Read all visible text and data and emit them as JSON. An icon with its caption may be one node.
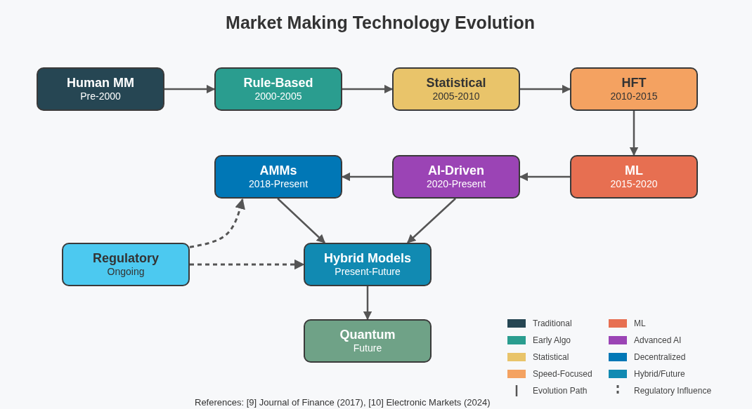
{
  "diagram": {
    "title": "Market Making Technology Evolution",
    "nodes": [
      {
        "text": [
          "Human MM",
          "Pre-2000"
        ]
      },
      {
        "text": [
          "Rule-Based",
          "2000-2005"
        ]
      },
      {
        "text": [
          "Statistical",
          "2005-2010"
        ]
      },
      {
        "text": [
          "HFT",
          "2010-2015"
        ]
      },
      {
        "text": [
          "ML",
          "2015-2020"
        ]
      },
      {
        "text": [
          "AI-Driven",
          "2020-Present"
        ]
      },
      {
        "text": [
          "AMMs",
          "2018-Present"
        ]
      },
      {
        "text": [
          "Regulatory",
          "Ongoing"
        ]
      },
      {
        "text": [
          "Hybrid Models",
          "Present-Future"
        ]
      },
      {
        "text": [
          "Quantum",
          "Future"
        ]
      }
    ],
    "edges": [
      {
        "from": 0,
        "to": 1,
        "arrow": "to"
      },
      {
        "from": 1,
        "to": 2,
        "arrow": "to"
      },
      {
        "from": 2,
        "to": 3,
        "arrow": "to"
      },
      {
        "from": 3,
        "to": 4,
        "arrow": "to"
      },
      {
        "from": 4,
        "to": 5,
        "arrow": "to"
      },
      {
        "from": 5,
        "to": 6,
        "arrow": "to"
      },
      {
        "from": 6,
        "to": 8,
        "arrow": "to"
      },
      {
        "from": 5,
        "to": 8,
        "arrow": "to"
      },
      {
        "from": 7,
        "to": 6,
        "arrow": "to",
        "style": "dashed"
      },
      {
        "from": 7,
        "to": 8,
        "arrow": "to",
        "style": "dashed"
      },
      {
        "from": 8,
        "to": 9,
        "arrow": "to"
      }
    ],
    "legend": [
      {
        "text": "Traditional",
        "color": "#264653"
      },
      {
        "text": "ML",
        "color": "#e76f51"
      },
      {
        "text": "Early Algo",
        "color": "#2a9d8f"
      },
      {
        "text": "Advanced AI",
        "color": "#9b44b5"
      },
      {
        "text": "Statistical",
        "color": "#e9c46a"
      },
      {
        "text": "Decentralized",
        "color": "#0077b6"
      },
      {
        "text": "Speed-Focused",
        "color": "#f4a261"
      },
      {
        "text": "Hybrid/Future",
        "color": "#118ab2"
      },
      {
        "text": "Evolution Path"
      },
      {
        "text": "Regulatory Influence"
      }
    ],
    "caption": "References: [9] Journal of Finance (2017), [10] Electronic Markets (2024)"
  }
}
